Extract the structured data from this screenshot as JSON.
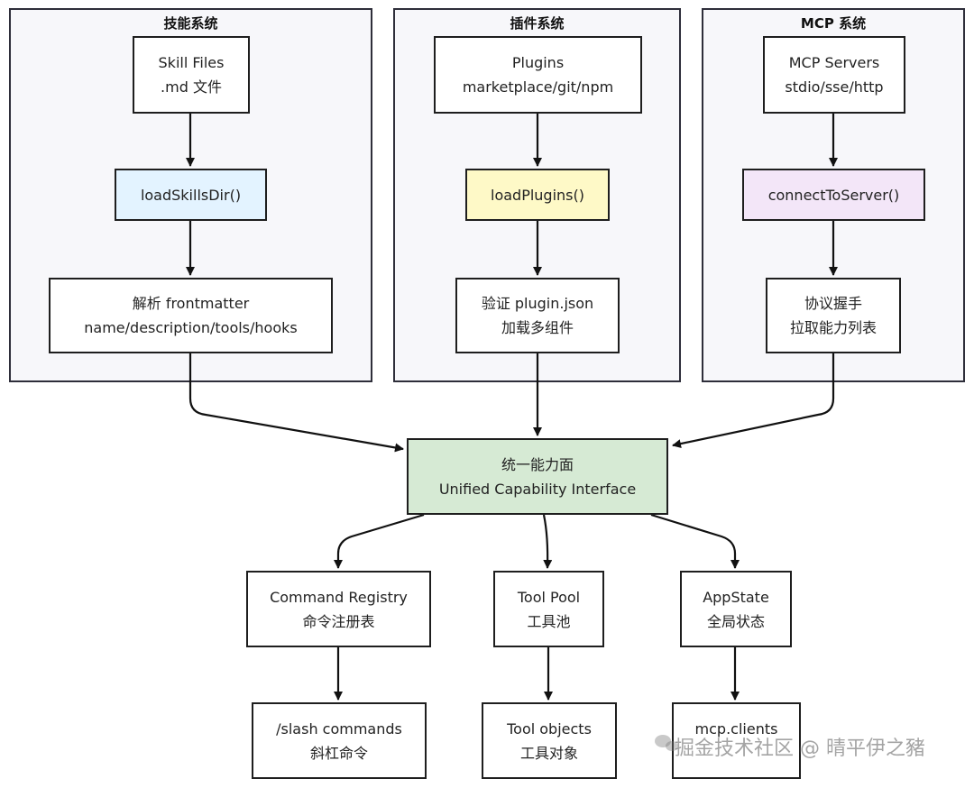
{
  "groups": {
    "skills": {
      "title": "技能系统"
    },
    "plugins": {
      "title": "插件系统"
    },
    "mcp": {
      "title": "MCP 系统"
    }
  },
  "nodes": {
    "skill_files": {
      "line1": "Skill Files",
      "line2": ".md 文件"
    },
    "load_skills_dir": {
      "line1": "loadSkillsDir()"
    },
    "parse_frontmatter": {
      "line1": "解析 frontmatter",
      "line2": "name/description/tools/hooks"
    },
    "plugins_source": {
      "line1": "Plugins",
      "line2": "marketplace/git/npm"
    },
    "load_plugins": {
      "line1": "loadPlugins()"
    },
    "validate_plugin": {
      "line1": "验证 plugin.json",
      "line2": "加载多组件"
    },
    "mcp_servers": {
      "line1": "MCP Servers",
      "line2": "stdio/sse/http"
    },
    "connect_to_server": {
      "line1": "connectToServer()"
    },
    "protocol_handshake": {
      "line1": "协议握手",
      "line2": "拉取能力列表"
    },
    "unified_interface": {
      "line1": "统一能力面",
      "line2": "Unified Capability Interface"
    },
    "command_registry": {
      "line1": "Command Registry",
      "line2": "命令注册表"
    },
    "tool_pool": {
      "line1": "Tool Pool",
      "line2": "工具池"
    },
    "app_state": {
      "line1": "AppState",
      "line2": "全局状态"
    },
    "slash_commands": {
      "line1": "/slash commands",
      "line2": "斜杠命令"
    },
    "tool_objects": {
      "line1": "Tool objects",
      "line2": "工具对象"
    },
    "mcp_clients": {
      "line1": "mcp.clients"
    }
  },
  "colors": {
    "skills_fill": "#e3f3ff",
    "plugins_fill": "#fef9c7",
    "mcp_fill": "#f3e6f8",
    "unified_fill": "#d6ead4"
  },
  "watermark": {
    "text": "掘金技术社区 @ 晴平伊之豬"
  }
}
